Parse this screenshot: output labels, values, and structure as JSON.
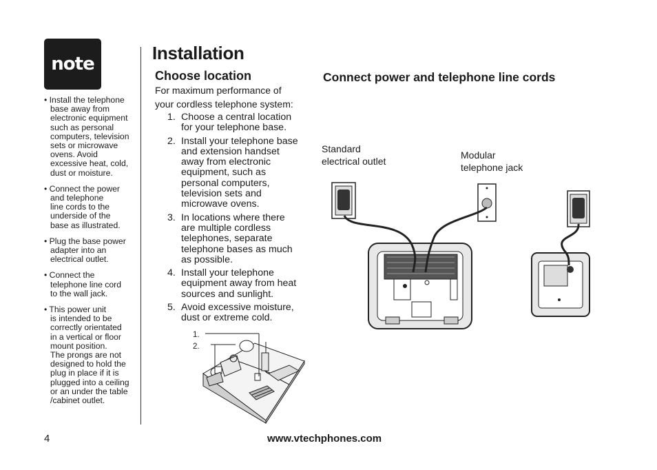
{
  "badge": {
    "label": "note"
  },
  "notes": [
    {
      "first": "Install the telephone",
      "rest": [
        "base away from",
        "electronic equipment",
        "such as personal",
        "computers, television",
        "sets or microwave",
        "ovens. Avoid",
        "excessive heat, cold,",
        "dust or moisture."
      ]
    },
    {
      "first": "Connect the power",
      "rest": [
        "and telephone",
        "line cords to the",
        "underside of the",
        "base as illustrated."
      ]
    },
    {
      "first": "Plug the base power",
      "rest": [
        "adapter into an",
        "electrical outlet."
      ]
    },
    {
      "first": "Connect the",
      "rest": [
        "telephone line cord",
        "to the wall jack."
      ]
    },
    {
      "first": "This power unit",
      "rest": [
        "is intended to be",
        "correctly orientated",
        "in a vertical or floor",
        "mount position.",
        "The prongs are not",
        "designed to hold the",
        "plug in place if it is",
        "plugged into a ceiling",
        "or an under the table",
        "/cabinet outlet."
      ]
    }
  ],
  "page_title": "Installation",
  "choose": {
    "heading": "Choose location",
    "intro_lines": [
      "For maximum performance of",
      "your cordless telephone system:"
    ],
    "steps": [
      {
        "num": "1.",
        "lines": [
          "Choose a central location",
          "for your telephone base."
        ]
      },
      {
        "num": "2.",
        "lines": [
          "Install your telephone base",
          "and extension handset",
          "away from electronic",
          "equipment, such as",
          "personal computers,",
          "television sets and",
          "microwave ovens."
        ]
      },
      {
        "num": "3.",
        "lines": [
          "In locations where there",
          "are multiple cordless",
          "telephones, separate",
          "telephone bases as much",
          "as possible."
        ]
      },
      {
        "num": "4.",
        "lines": [
          "Install your telephone",
          "equipment away from heat",
          "sources and sunlight."
        ]
      },
      {
        "num": "5.",
        "lines": [
          "Avoid excessive moisture,",
          "dust or extreme cold."
        ]
      }
    ],
    "room_labels": [
      "1.",
      "2."
    ]
  },
  "connect": {
    "heading": "Connect power and telephone line cords",
    "outlet_label": [
      "Standard",
      "electrical outlet"
    ],
    "jack_label": [
      "Modular",
      "telephone jack"
    ]
  },
  "footer": {
    "page_number": "4",
    "url": "www.vtechphones.com"
  }
}
